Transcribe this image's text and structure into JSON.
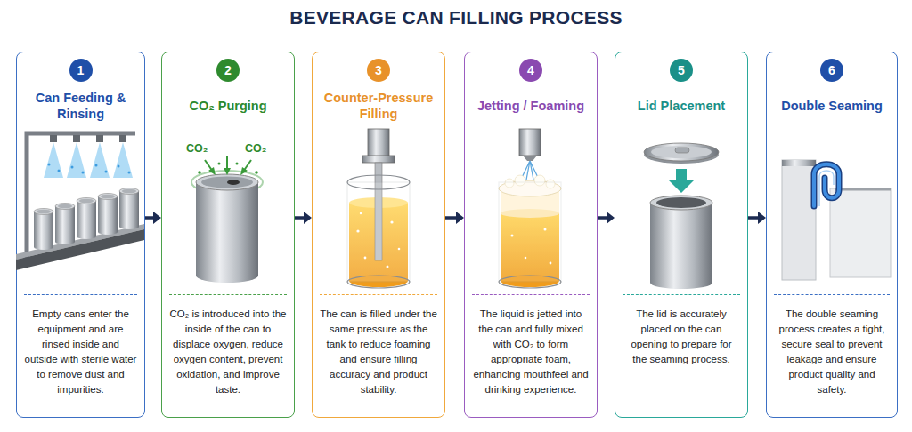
{
  "diagram": {
    "title": "BEVERAGE CAN FILLING PROCESS",
    "nodes": [
      {
        "text": [
          "Can Feeding & Rinsing",
          "Empty cans enter the equipment and are rinsed inside and outside with sterile water to remove dust and impurities."
        ]
      },
      {
        "text": [
          "1"
        ],
        "in": 0
      },
      {
        "text": [
          "CO₂ Purging",
          "CO₂ is introduced into the inside of the can to displace oxygen, reduce oxygen content, prevent oxidation, and improve taste."
        ]
      },
      {
        "text": [
          "2"
        ],
        "in": 2
      },
      {
        "text": [
          "Counter-Pressure Filling",
          "The can is filled under the same pressure as the tank to reduce foaming and ensure filling accuracy and product stability."
        ]
      },
      {
        "text": [
          "3"
        ],
        "in": 4
      },
      {
        "text": [
          "Jetting / Foaming",
          "The liquid is jetted into the can and fully mixed with CO₂ to form appropriate foam, enhancing mouthfeel and drinking experience."
        ]
      },
      {
        "text": [
          "4"
        ],
        "in": 6
      },
      {
        "text": [
          "Lid Placement",
          "The lid is accurately placed on the can opening to prepare for the seaming process."
        ]
      },
      {
        "text": [
          "5"
        ],
        "in": 8
      },
      {
        "text": [
          "Double Seaming",
          "The double seaming process creates a tight, secure seal to prevent leakage and ensure product quality and safety."
        ]
      },
      {
        "text": [
          "6"
        ],
        "in": 10
      }
    ],
    "edges": [
      {
        "from": 0,
        "to": 2,
        "arrow": "to"
      },
      {
        "from": 2,
        "to": 4,
        "arrow": "to"
      },
      {
        "from": 4,
        "to": 6,
        "arrow": "to"
      },
      {
        "from": 6,
        "to": 8,
        "arrow": "to"
      },
      {
        "from": 8,
        "to": 10,
        "arrow": "to"
      }
    ],
    "labels": [
      "CO₂",
      "CO₂"
    ]
  }
}
